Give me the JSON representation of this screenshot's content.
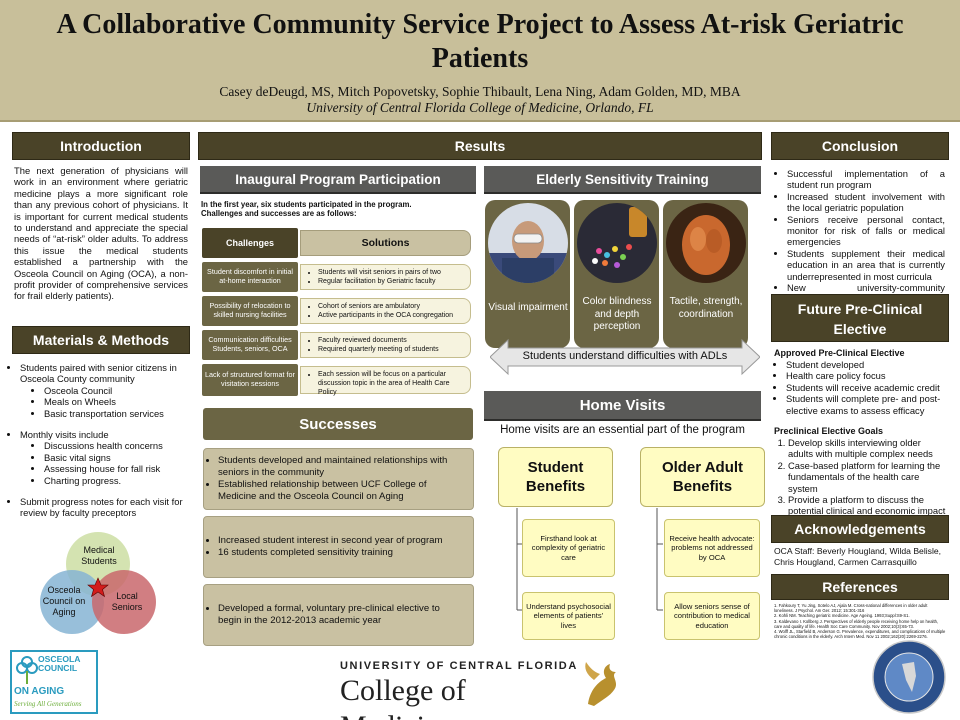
{
  "header": {
    "title": "A Collaborative Community Service Project to Assess At-risk Geriatric Patients",
    "authors": "Casey deDeugd, MS, Mitch Popovetsky, Sophie Thibault, Lena Ning, Adam Golden, MD, MBA",
    "affiliation": "University of Central Florida College of Medicine, Orlando, FL"
  },
  "introduction": {
    "heading": "Introduction",
    "text": "The next generation of physicians will work in an environment where geriatric medicine plays a more significant role than any previous cohort of physicians. It is important for current medical students to understand and appreciate the special needs of “at-risk” older adults. To address this issue the medical students established a partnership with the Osceola Council on Aging (OCA), a non-profit provider of comprehensive services for frail elderly patients)."
  },
  "methods": {
    "heading": "Materials & Methods",
    "items": [
      {
        "text": "Students paired with senior citizens in Osceola County community",
        "sub": [
          "Osceola Council",
          "Meals on Wheels",
          "Basic transportation services"
        ]
      },
      {
        "text": "Monthly visits include",
        "sub": [
          "Discussions health concerns",
          "Basic vital signs",
          "Assessing house for fall risk",
          "Charting progress."
        ]
      },
      {
        "text": "Submit progress notes for each visit for review by faculty preceptors",
        "sub": []
      }
    ],
    "venn": {
      "top": "Medical Students",
      "left": "Osceola Council on Aging",
      "right": "Local Seniors"
    }
  },
  "results": {
    "heading": "Results",
    "inaugural": {
      "heading": "Inaugural Program Participation",
      "intro_line1": "In the first year, six students participated in the program.",
      "intro_line2": "Challenges and successes are as follows:",
      "challenges_label": "Challenges",
      "solutions_label": "Solutions",
      "rows": [
        {
          "challenge": "Student discomfort in initial at-home interaction",
          "solutions": [
            "Students will visit seniors in pairs of two",
            "Regular facilitation by Geriatric faculty"
          ]
        },
        {
          "challenge": "Possibility of relocation to skilled nursing facilities",
          "solutions": [
            "Cohort of seniors are ambulatory",
            "Active participants in the OCA congregation"
          ]
        },
        {
          "challenge": "Communication difficulties Students, seniors, OCA",
          "solutions": [
            "Faculty reviewed documents",
            "Required quarterly meeting of students"
          ]
        },
        {
          "challenge": "Lack of structured format for visitation sessions",
          "solutions": [
            "Each session will be focus on a particular discussion topic in the area of Health Care Policy"
          ]
        }
      ]
    },
    "successes": {
      "heading": "Successes",
      "boxes": [
        [
          "Students developed and maintained relationships with seniors in the community",
          "Established relationship between UCF College of Medicine and the  Osceola Council on Aging"
        ],
        [
          "Increased student interest in second year of program",
          "16 students completed sensitivity training"
        ],
        [
          "Developed a formal, voluntary pre-clinical elective to begin in the  2012-2013 academic year"
        ]
      ]
    },
    "sensitivity": {
      "heading": "Elderly Sensitivity Training",
      "cards": [
        "Visual impairment",
        "Color blindness and depth perception",
        "Tactile, strength, coordination"
      ],
      "arrow_text": "Students understand difficulties with ADLs"
    },
    "home_visits": {
      "heading": "Home Visits",
      "subtitle": "Home visits are an essential part of the program",
      "student_title": "Student Benefits",
      "student_items": [
        "Firsthand look at complexity of geriatric care",
        "Understand psychosocial elements of patients’ lives"
      ],
      "older_title": "Older Adult Benefits",
      "older_items": [
        "Receive health advocate: problems not addressed by OCA",
        "Allow seniors sense of contribution to medical education"
      ]
    }
  },
  "conclusion": {
    "heading": "Conclusion",
    "items": [
      "Successful implementation of a student run program",
      "Increased student involvement with the local geriatric population",
      "Seniors receive personal contact, monitor for risk of falls or medical emergencies",
      "Students supplement their medical education in an area that is currently underrepresented in most curricula",
      "New university-community partnership"
    ]
  },
  "future": {
    "heading": "Future Pre-Clinical Elective",
    "approved_title": "Approved Pre-Clinical Elective",
    "approved_items": [
      "Student developed",
      "Health care policy focus",
      "Students will receive academic credit",
      "Students will complete pre- and post-elective exams to assess efficacy"
    ],
    "goals_title": "Preclinical Elective Goals",
    "goals": [
      "Develop skills interviewing older adults with multiple complex needs",
      "Case-based platform for learning the fundamentals of the health care system",
      "Provide a platform to discuss the potential clinical and economic impact of health care reform legislation"
    ]
  },
  "acknowledgements": {
    "heading": "Acknowledgements",
    "text": "OCA Staff: Beverly Hougland, Wilda Belisle, Chris Hougland, Carmen Carrasquillo"
  },
  "references": {
    "heading": "References",
    "items": [
      "1. Fahkoury T, Yu Jing, Sotelo AJ, Ajala M. Cross-national differences in older adult loneliness. J Psychol. Am Ger. 2012; 15:301-316",
      "2. Kohli NM. Teaching geriatric medicine. Age Ageing. 1993;Suppl:S9-S1.",
      "3. Kaldevano I. Kollberg J. Perspectives of elderly people receiving home help on health, care and quality of life. Health Soc Care Community. Nov 2002;10(3):65-73.",
      "4. Wolff JL, Starfield B, Anderson G. Prevalence, expenditures, and complications of multiple chronic conditions in the elderly. Arch Intern Med. Nov 11 2002;162(20):2269-2276."
    ]
  },
  "footer": {
    "oca_logo": {
      "line1": "OSCEOLA",
      "line2": "COUNCIL",
      "line3": "ON AGING",
      "tagline": "Serving All Generations"
    },
    "ucf_top": "UNIVERSITY OF CENTRAL FLORIDA",
    "ucf_main": "College of Medicine"
  },
  "colors": {
    "header_bg": "#c8bf9a",
    "dark_heading": "#4a4328",
    "grey_heading": "#5a5a58",
    "card_yellow": "#fffcc2"
  }
}
